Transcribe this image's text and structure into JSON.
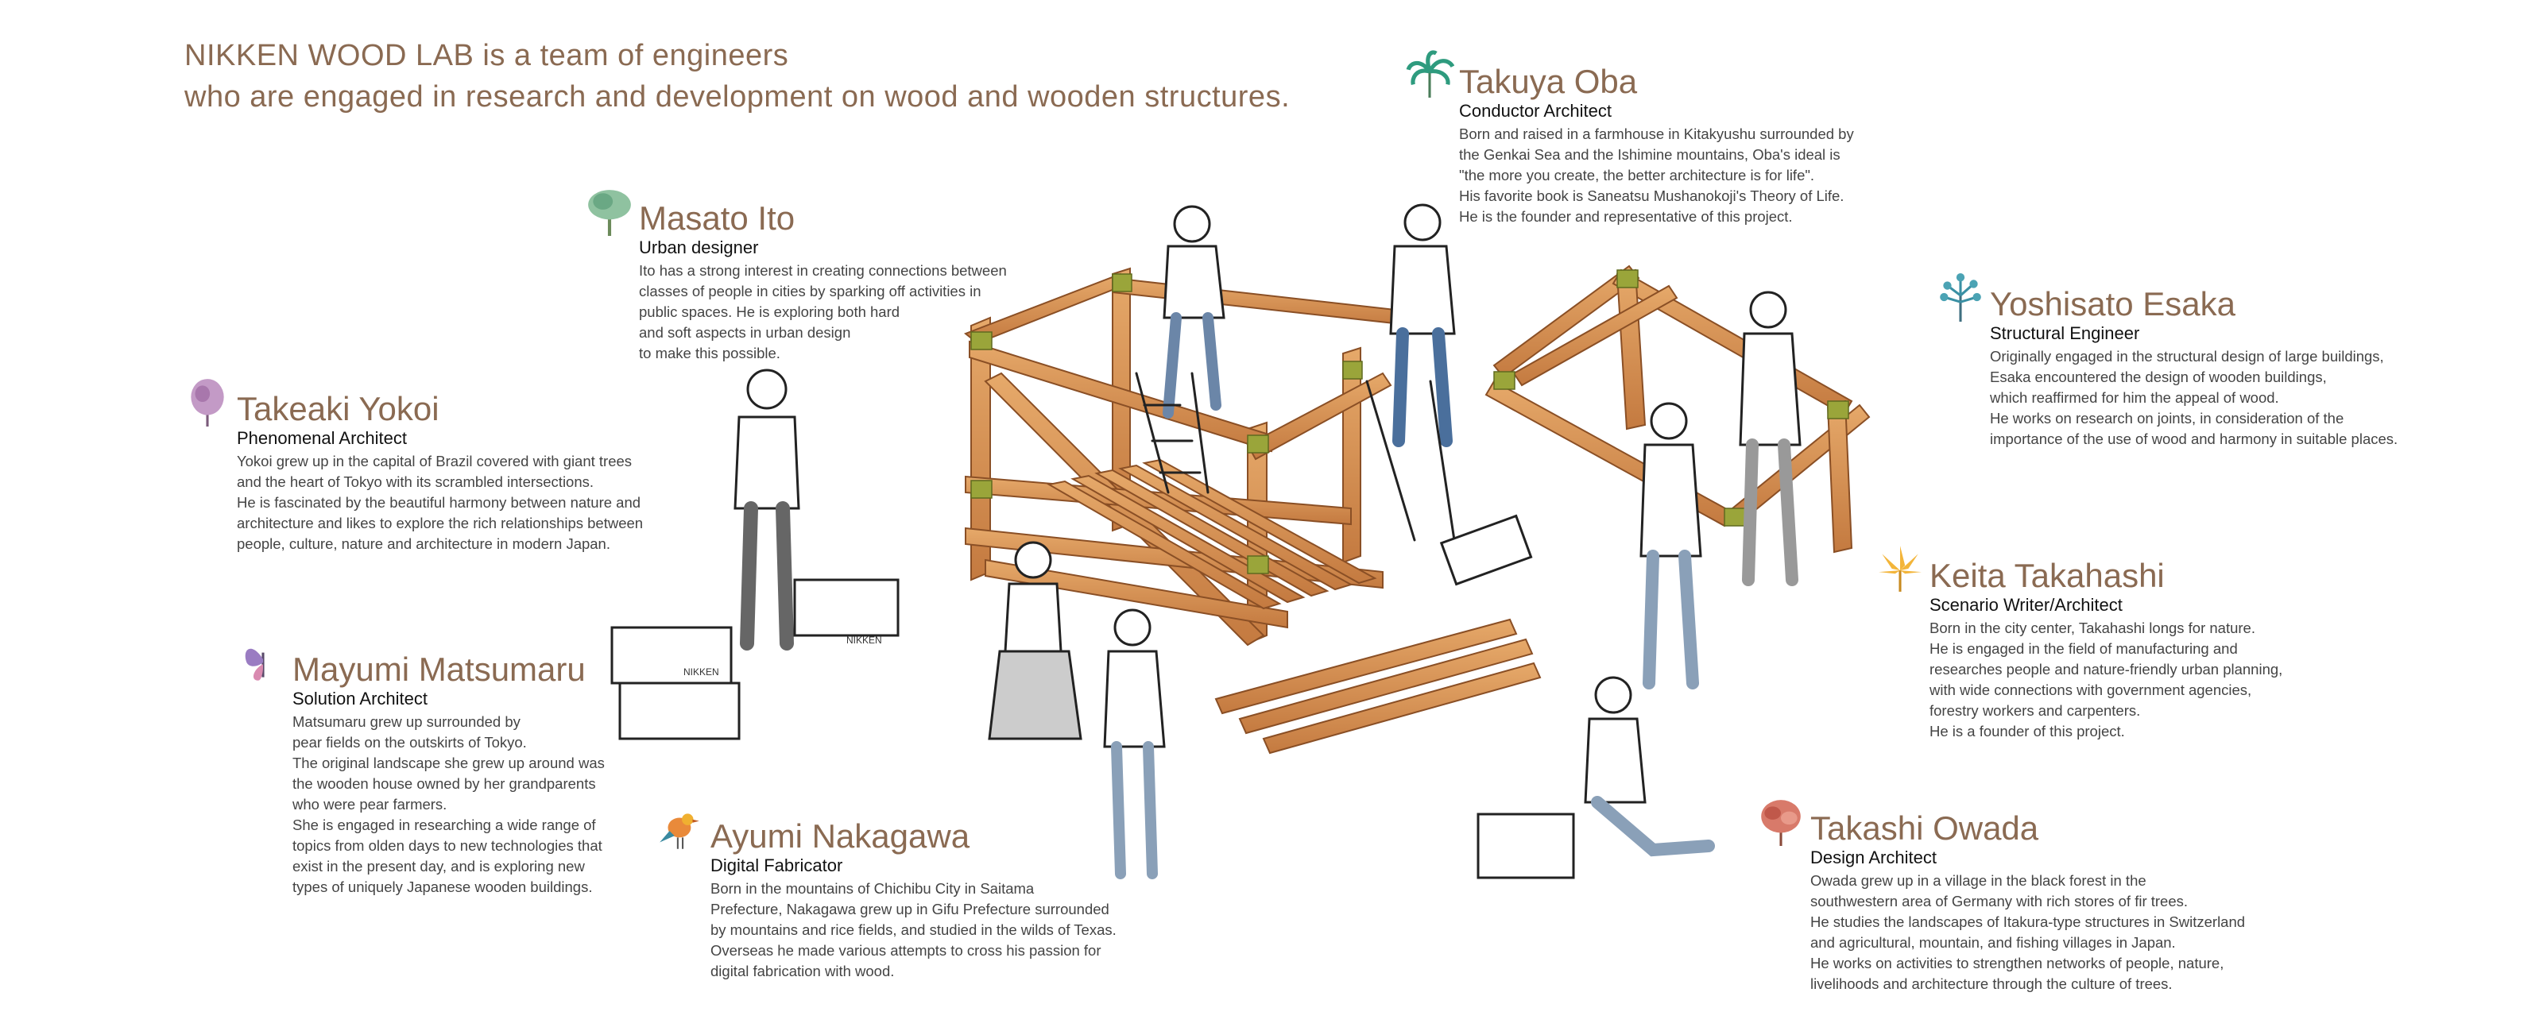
{
  "headline": {
    "line1": "NIKKEN WOOD LAB is a team of engineers",
    "line2": "who are engaged in research and development on wood and wooden structures."
  },
  "box_label": "NIKKEN",
  "colors": {
    "name": "#8a6a52",
    "wood": "#d99a5c",
    "wood_dark": "#b06a35",
    "tie": "#9aa53a"
  },
  "members": [
    {
      "name": "Takuya Oba",
      "role": "Conductor Architect",
      "icon": "palm-tree-icon",
      "bio": [
        "Born and raised in a farmhouse in Kitakyushu surrounded by",
        "the Genkai Sea and the Ishimine mountains, Oba's ideal is",
        "\"the more you create, the better architecture is for life\".",
        "His favorite book is Saneatsu Mushanokoji's Theory of Life.",
        "He is the founder and representative of this project."
      ]
    },
    {
      "name": "Masato Ito",
      "role": "Urban designer",
      "icon": "green-tree-icon",
      "bio": [
        "Ito has a strong interest in creating connections between",
        "classes of people in cities by sparking off activities in",
        "public spaces. He is exploring both hard",
        "and soft aspects in urban design",
        "to make this possible."
      ]
    },
    {
      "name": "Yoshisato Esaka",
      "role": "Structural Engineer",
      "icon": "blue-tree-icon",
      "bio": [
        "Originally engaged in the structural design of large buildings,",
        "Esaka encountered the design of wooden buildings,",
        "which reaffirmed for him the appeal of wood.",
        "He works on research on joints, in consideration of the",
        "importance of the use of wood and harmony in suitable places."
      ]
    },
    {
      "name": "Takeaki Yokoi",
      "role": "Phenomenal Architect",
      "icon": "purple-tree-icon",
      "bio": [
        "Yokoi grew up in the capital of Brazil covered with giant trees",
        "and the heart of Tokyo with its scrambled intersections.",
        "He is fascinated by the beautiful harmony between nature and",
        "architecture and likes to explore the rich relationships between",
        "people, culture, nature and architecture in modern Japan."
      ]
    },
    {
      "name": "Keita Takahashi",
      "role": "Scenario Writer/Architect",
      "icon": "yellow-leaf-icon",
      "bio": [
        "Born in the city center, Takahashi longs for nature.",
        "He is engaged in the field of manufacturing and",
        "researches people and nature-friendly urban planning,",
        "with wide connections with government agencies,",
        "forestry workers and carpenters.",
        "He is a founder of this project."
      ]
    },
    {
      "name": "Mayumi Matsumaru",
      "role": "Solution Architect",
      "icon": "butterfly-icon",
      "bio": [
        "Matsumaru grew up surrounded by",
        "pear fields on the outskirts of Tokyo.",
        "The original landscape she grew up around was",
        "the wooden house owned by her grandparents",
        "who were pear farmers.",
        "She is engaged in researching a wide range of",
        "topics from olden days to new technologies that",
        "exist in the present day, and is exploring new",
        "types of uniquely Japanese wooden buildings."
      ]
    },
    {
      "name": "Ayumi Nakagawa",
      "role": "Digital Fabricator",
      "icon": "bird-icon",
      "bio": [
        "Born in the mountains of Chichibu City in Saitama",
        "Prefecture, Nakagawa grew up in Gifu Prefecture surrounded",
        "by mountains and rice fields, and studied in the wilds of Texas.",
        "Overseas he made various attempts to cross his passion for",
        "digital fabrication with wood."
      ]
    },
    {
      "name": "Takashi Owada",
      "role": "Design Architect",
      "icon": "red-tree-icon",
      "bio": [
        "Owada grew up in a village in the black forest in the",
        "southwestern area of Germany with rich stores of fir trees.",
        "He studies the landscapes of Itakura-type structures in Switzerland",
        "and agricultural, mountain, and fishing villages in Japan.",
        "He works on activities to strengthen networks of people, nature,",
        "livelihoods and architecture through the culture of trees."
      ]
    }
  ]
}
